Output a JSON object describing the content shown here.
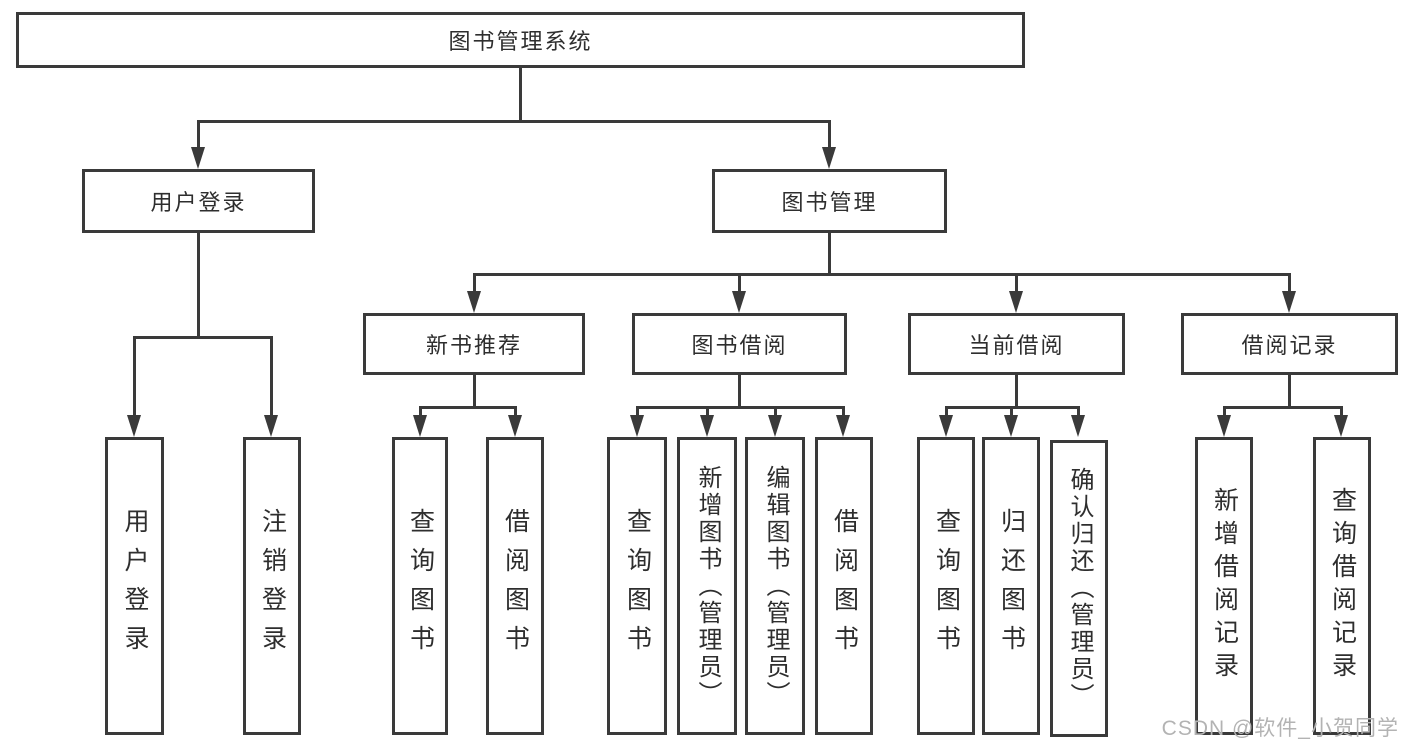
{
  "tree": {
    "root": "图书管理系统",
    "user_login": {
      "label": "用户登录",
      "children": [
        "用户登录",
        "注销登录"
      ]
    },
    "book_mgmt": {
      "label": "图书管理",
      "sections": [
        {
          "label": "新书推荐",
          "children": [
            "查询图书",
            "借阅图书"
          ]
        },
        {
          "label": "图书借阅",
          "children": [
            "查询图书",
            "新增图书（管理员）",
            "编辑图书（管理员）",
            "借阅图书"
          ]
        },
        {
          "label": "当前借阅",
          "children": [
            "查询图书",
            "归还图书",
            "确认归还（管理员）"
          ]
        },
        {
          "label": "借阅记录",
          "children": [
            "新增借阅记录",
            "查询借阅记录"
          ]
        }
      ]
    }
  },
  "watermark": "CSDN @软件_小贺同学",
  "colors": {
    "line": "#3a3a3a",
    "text": "#2e2e2e",
    "watermark": "#b3b3b3",
    "background": "#ffffff"
  }
}
